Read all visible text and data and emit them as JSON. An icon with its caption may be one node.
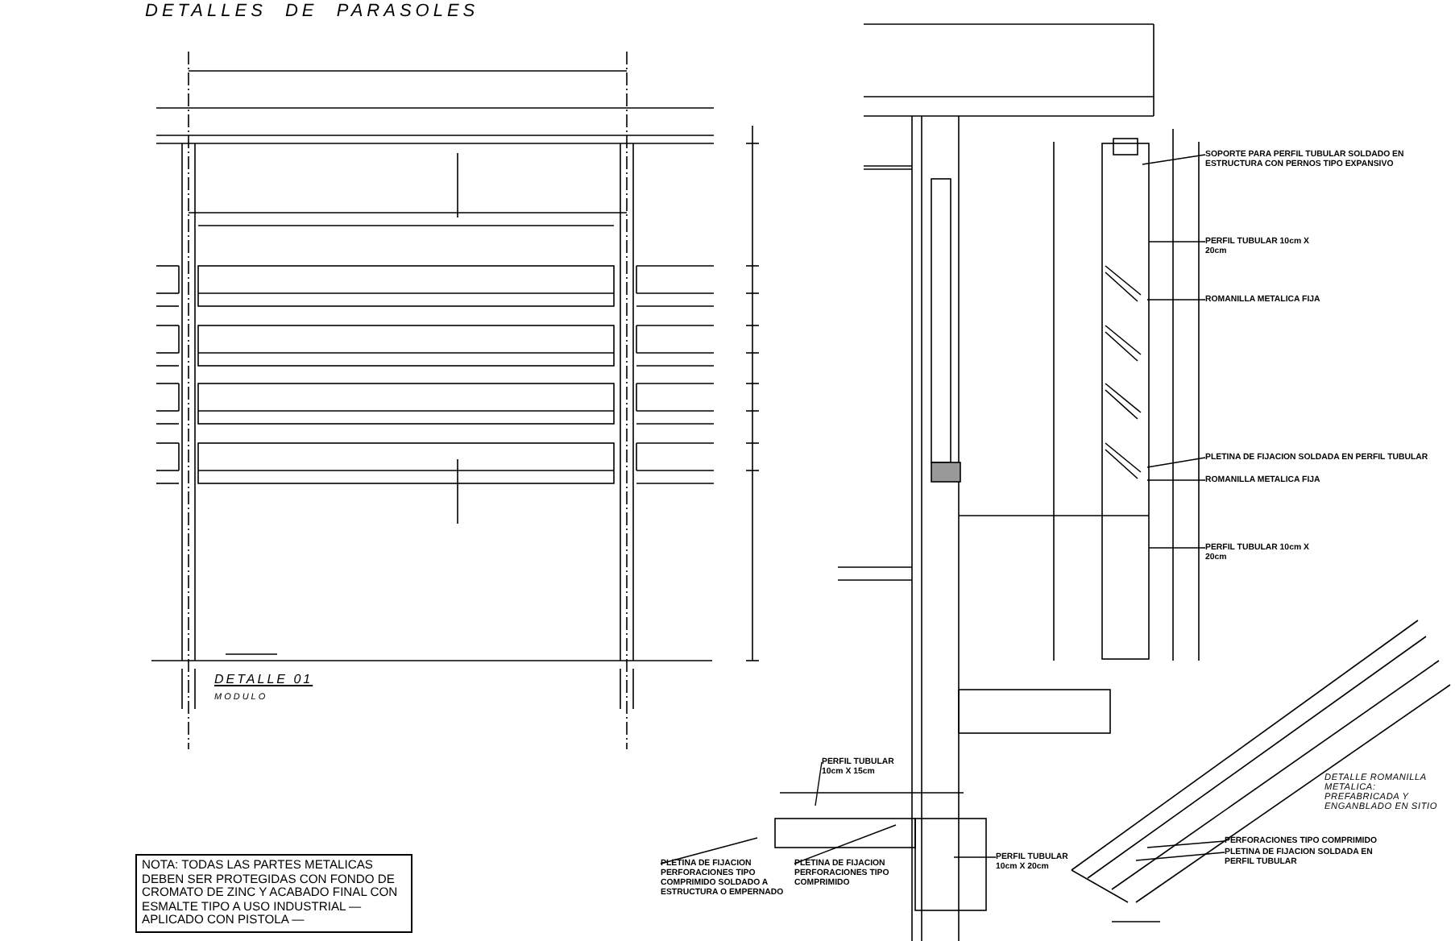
{
  "diagram": {
    "title": "DETALLES DE PARASOLES",
    "nodes": [
      {
        "text": [
          "NOTA: TODAS LAS PARTES METALICAS DEBEN SER PROTEGIDAS CON FONDO DE CROMATO DE ZINC Y ACABADO FINAL CON ESMALTE TIPO A USO INDUSTRIAL — APLICADO CON PISTOLA —"
        ]
      },
      {
        "text": [
          "SOPORTE PARA PERFIL TUBULAR SOLDADO EN ESTRUCTURA CON PERNOS TIPO EXPANSIVO"
        ]
      },
      {
        "text": [
          "PERFIL TUBULAR 10cm X 20cm"
        ]
      },
      {
        "text": [
          "ROMANILLA METALICA FIJA"
        ]
      },
      {
        "text": [
          "PLETINA DE FIJACION SOLDADA EN PERFIL TUBULAR"
        ]
      },
      {
        "text": [
          "ROMANILLA METALICA FIJA"
        ]
      },
      {
        "text": [
          "PERFIL TUBULAR 10cm X 20cm"
        ]
      },
      {
        "text": [
          "PERFIL TUBULAR 10cm X 15cm"
        ]
      },
      {
        "text": [
          "PLETINA DE FIJACION PERFORACIONES TIPO COMPRIMIDO SOLDADO A ESTRUCTURA O EMPERNADO"
        ]
      },
      {
        "text": [
          "PLETINA DE FIJACION PERFORACIONES TIPO COMPRIMIDO"
        ]
      },
      {
        "text": [
          "PERFIL TUBULAR 10cm X 20cm"
        ]
      },
      {
        "text": [
          "PERFORACIONES TIPO COMPRIMIDO"
        ]
      },
      {
        "text": [
          "PLETINA DE FIJACION SOLDADA EN PERFIL TUBULAR"
        ]
      }
    ],
    "edges": [
      {
        "from": 1,
        "to": null,
        "arrow": "none"
      },
      {
        "from": 2,
        "to": null,
        "arrow": "none"
      },
      {
        "from": 3,
        "to": null,
        "arrow": "none"
      },
      {
        "from": 4,
        "to": null,
        "arrow": "none"
      },
      {
        "from": 5,
        "to": null,
        "arrow": "none"
      },
      {
        "from": 6,
        "to": null,
        "arrow": "none"
      },
      {
        "from": 7,
        "to": null,
        "arrow": "none"
      },
      {
        "from": 8,
        "to": null,
        "arrow": "none"
      },
      {
        "from": 9,
        "to": null,
        "arrow": "none"
      },
      {
        "from": 10,
        "to": null,
        "arrow": "none"
      },
      {
        "from": 11,
        "to": null,
        "arrow": "none"
      },
      {
        "from": 12,
        "to": null,
        "arrow": "none"
      }
    ],
    "labels": [
      "DETALLE 01",
      "MODULO",
      "DETALLE ROMANILLA METALICA: PREFABRICADA Y ENGANBLADO EN SITIO"
    ]
  }
}
